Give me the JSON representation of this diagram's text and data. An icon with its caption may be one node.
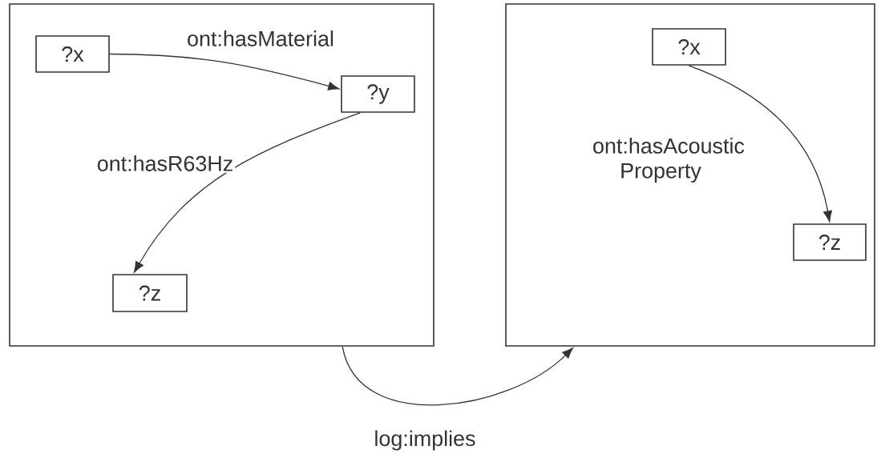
{
  "diagram": {
    "nodes": [
      {
        "text": [],
        "shape": "box"
      },
      {
        "text": [
          "?x"
        ],
        "in": 0
      },
      {
        "text": [
          "?y"
        ],
        "in": 0
      },
      {
        "text": [
          "?z"
        ],
        "in": 0
      },
      {
        "text": [],
        "shape": "box"
      },
      {
        "text": [
          "?x"
        ],
        "in": 4
      },
      {
        "text": [
          "?z"
        ],
        "in": 4
      }
    ],
    "edges": [
      {
        "from": 1,
        "to": 2,
        "arrow": "to",
        "label": "ont:hasMaterial"
      },
      {
        "from": 2,
        "to": 3,
        "arrow": "to",
        "label": "ont:hasR63Hz"
      },
      {
        "from": 5,
        "to": 6,
        "arrow": "to",
        "label": "ont:hasAcoustic Property"
      },
      {
        "from": 0,
        "to": 4,
        "arrow": "to",
        "label": "log:implies"
      }
    ]
  }
}
